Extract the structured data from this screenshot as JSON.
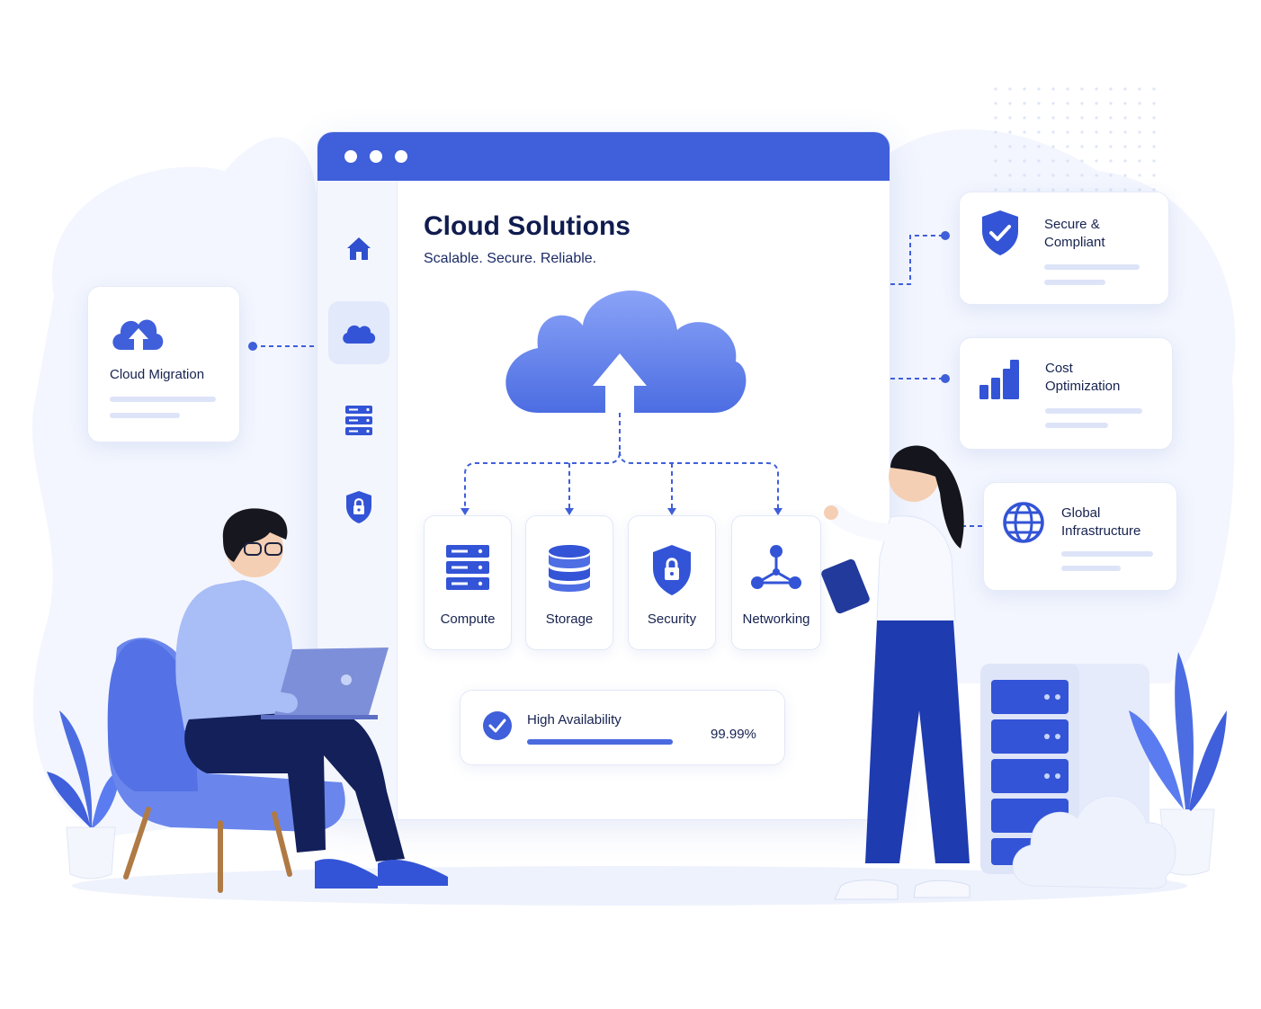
{
  "window": {
    "title": "Cloud Solutions",
    "subtitle": "Scalable. Secure. Reliable.",
    "sidebar_icons": [
      "home-icon",
      "cloud-icon",
      "server-icon",
      "shield-lock-icon"
    ],
    "services": [
      {
        "label": "Compute",
        "icon": "server-stack-icon"
      },
      {
        "label": "Storage",
        "icon": "database-icon"
      },
      {
        "label": "Security",
        "icon": "shield-lock-icon"
      },
      {
        "label": "Networking",
        "icon": "network-nodes-icon"
      }
    ],
    "availability": {
      "label": "High Availability",
      "value": "99.99%",
      "progress": 1.0
    }
  },
  "cards": {
    "migration": {
      "label": "Cloud Migration",
      "icon": "cloud-upload-icon"
    },
    "secure": {
      "line1": "Secure &",
      "line2": "Compliant",
      "icon": "shield-check-icon"
    },
    "cost": {
      "line1": "Cost",
      "line2": "Optimization",
      "icon": "bar-chart-icon"
    },
    "global": {
      "line1": "Global",
      "line2": "Infrastructure",
      "icon": "globe-icon"
    }
  },
  "colors": {
    "primary": "#3f5fdb",
    "accent": "#5b7cf0",
    "dark": "#101c4e",
    "light": "#e2e9fb"
  }
}
